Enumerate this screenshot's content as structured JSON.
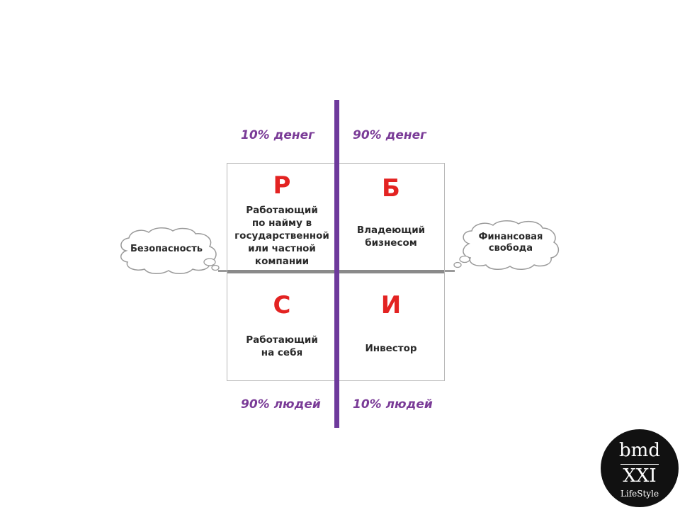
{
  "captions": {
    "top_left": "10% денег",
    "top_right": "90% денег",
    "bottom_left": "90% людей",
    "bottom_right": "10% людей"
  },
  "quadrants": {
    "top_left": {
      "letter": "Р",
      "text": "Работающий\nпо найму  в\nгосударственной\nили частной\nкомпании"
    },
    "top_right": {
      "letter": "Б",
      "text": "Владеющий\nбизнесом"
    },
    "bottom_left": {
      "letter": "С",
      "text": "Работающий\nна себя"
    },
    "bottom_right": {
      "letter": "И",
      "text": "Инвестор"
    }
  },
  "clouds": {
    "left": "Безопасность",
    "right": "Финансовая\nсвобода"
  },
  "logo": {
    "line1": "bmd",
    "line2": "XXI",
    "line3": "LifeStyle"
  },
  "colors": {
    "caption": "#7a3b97",
    "divider": "#6e3a9c",
    "letter": "#e32322"
  }
}
